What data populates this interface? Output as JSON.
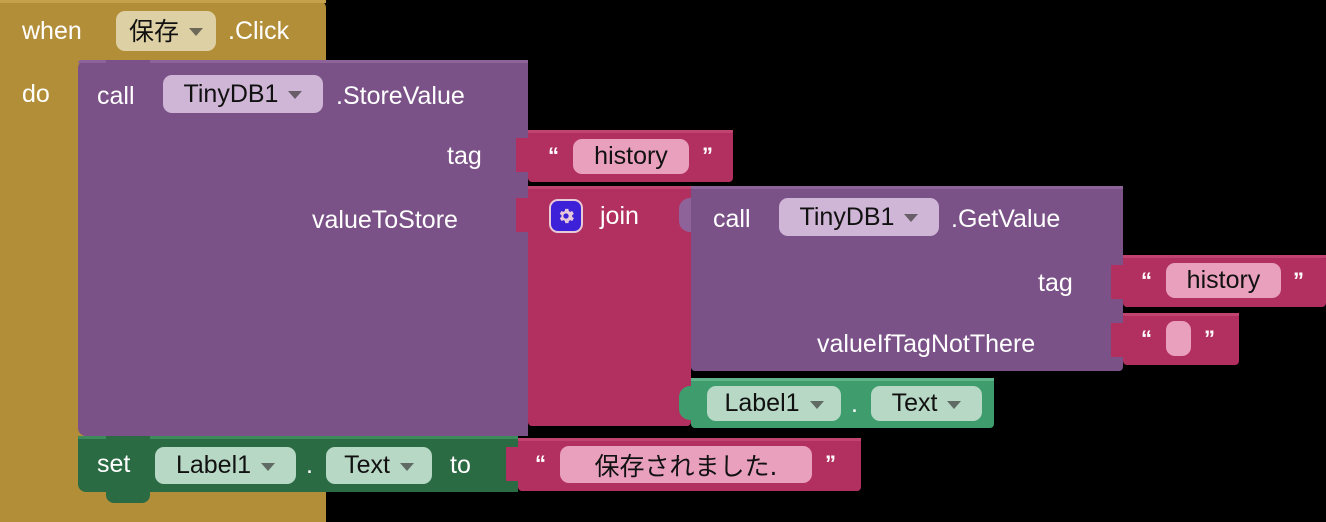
{
  "app": {
    "name": "MIT App Inventor Blocks Editor",
    "background": "#000000"
  },
  "palette": {
    "event_gold": "#b38e38",
    "component_purple": "#7b5287",
    "text_crimson": "#b2305f",
    "setter_green": "#2a6b43",
    "getter_green": "#3f9c6d",
    "field_gold": "#ddd0a4",
    "field_purple": "#cfb6d6",
    "field_crimson": "#e9a0bd",
    "field_green": "#b7d8c4",
    "mutator_blue": "#3d21d8"
  },
  "blocks": {
    "event": {
      "keyword": "when",
      "component": "保存",
      "event_name": ".Click",
      "body_label": "do"
    },
    "store_value": {
      "keyword": "call",
      "component": "TinyDB1",
      "method": ".StoreValue",
      "arg_tag": "tag",
      "arg_value": "valueToStore"
    },
    "tag_text": {
      "open_quote": "“",
      "value": "history",
      "close_quote": "”"
    },
    "join": {
      "label": "join",
      "mutator_icon": "gear-icon"
    },
    "get_value": {
      "keyword": "call",
      "component": "TinyDB1",
      "method": ".GetValue",
      "arg_tag": "tag",
      "arg_default": "valueIfTagNotThere"
    },
    "get_tag_text": {
      "open_quote": "“",
      "value": "history",
      "close_quote": "”"
    },
    "empty_text": {
      "open_quote": "“",
      "value": "",
      "close_quote": "”"
    },
    "label_getter": {
      "component": "Label1",
      "dot": ".",
      "property": "Text"
    },
    "label_setter": {
      "keyword": "set",
      "component": "Label1",
      "dot": ".",
      "property": "Text",
      "to_label": "to"
    },
    "message_text": {
      "open_quote": "“",
      "value": "保存されました.",
      "close_quote": "”"
    }
  }
}
